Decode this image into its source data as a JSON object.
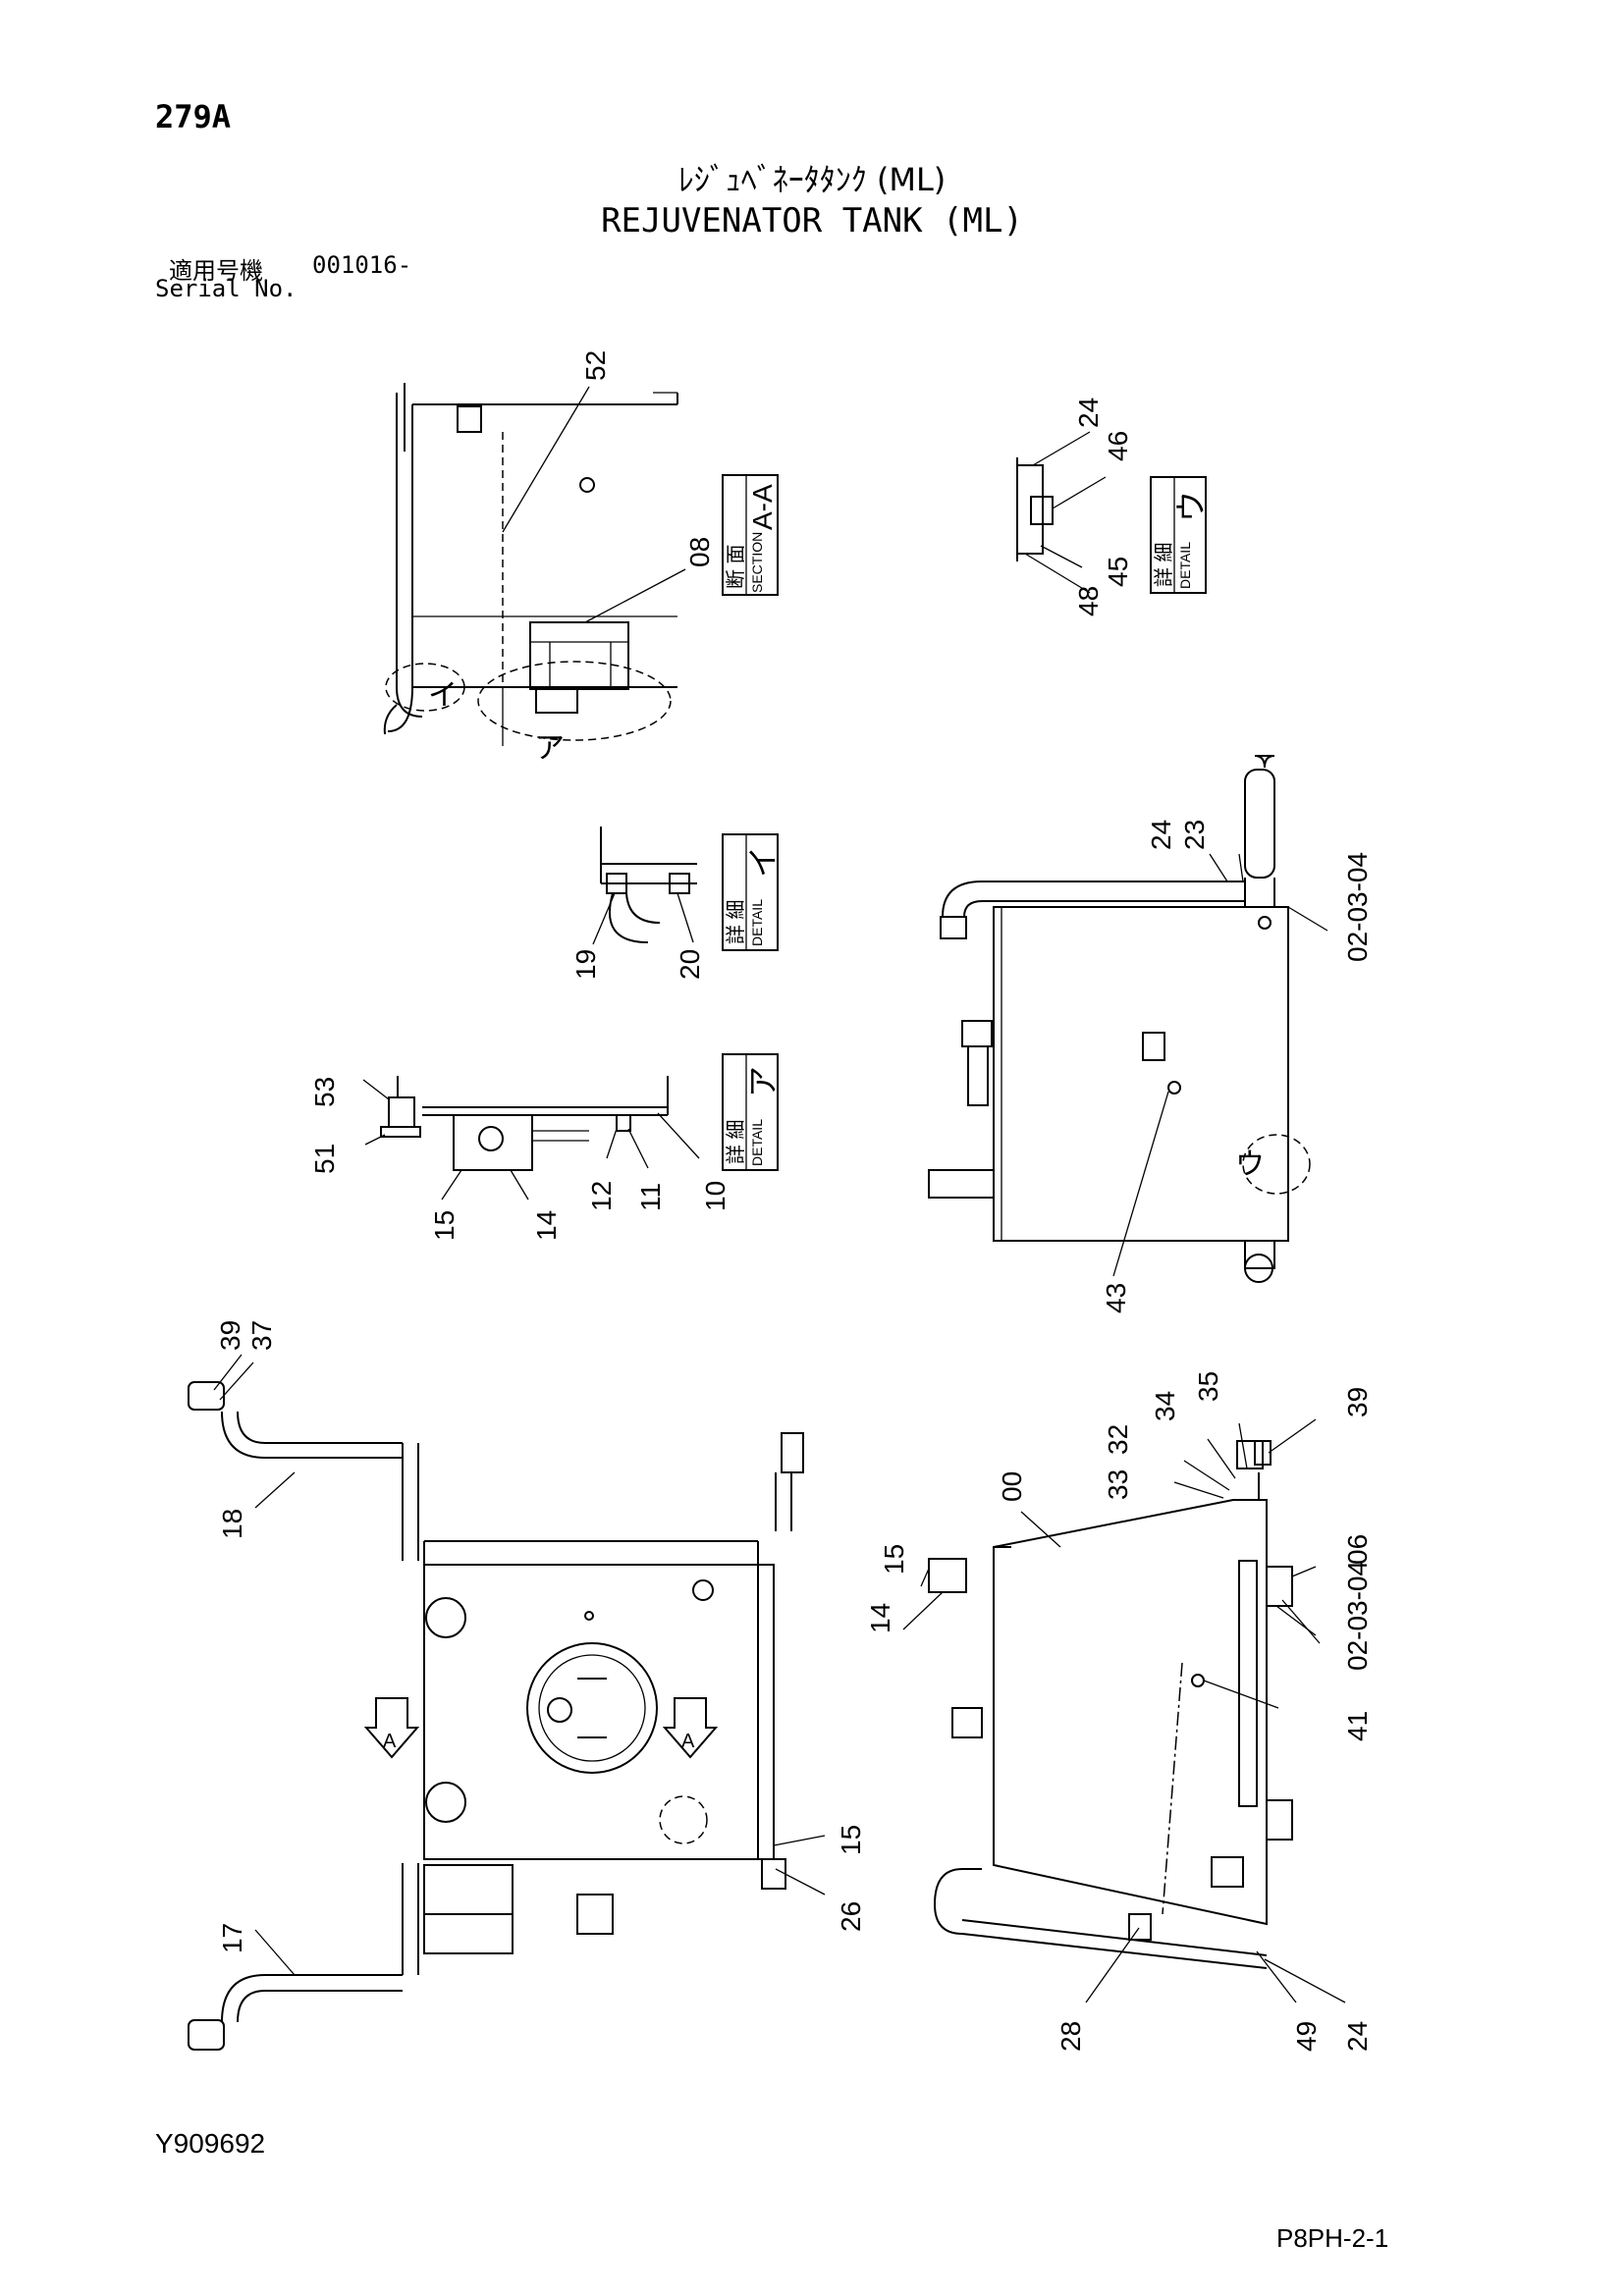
{
  "header": {
    "page_number": "279A",
    "title_jp": "ﾚｼﾞｭﾍﾞﾈｰﾀﾀﾝｸ (ML)",
    "title_en": "REJUVENATOR TANK (ML)",
    "serial_label_jp": "適用号機",
    "serial_value": "001016-",
    "serial_label_en": "Serial No."
  },
  "footer": {
    "drawing_number": "Y909692",
    "page_code": "P8PH-2-1"
  },
  "views": {
    "section_aa": {
      "label_jp": "断 面",
      "label_en": "SECTION",
      "tag": "A-A",
      "parts": [
        "52",
        "08"
      ],
      "callouts": [
        "イ",
        "ア"
      ]
    },
    "detail_u": {
      "label_jp": "詳 細",
      "label_en": "DETAIL",
      "tag": "ウ",
      "parts": [
        "24",
        "46",
        "45",
        "48"
      ]
    },
    "detail_i": {
      "label_jp": "詳 細",
      "label_en": "DETAIL",
      "tag": "イ",
      "parts": [
        "19",
        "20"
      ]
    },
    "detail_a": {
      "label_jp": "詳 細",
      "label_en": "DETAIL",
      "tag": "ア",
      "parts": [
        "53",
        "51",
        "15",
        "14",
        "12",
        "11",
        "10"
      ]
    },
    "side_view": {
      "callout": "ウ",
      "parts": [
        "24",
        "23",
        "02-03-04",
        "43"
      ]
    },
    "top_view": {
      "section_arrow": "A",
      "parts": [
        "39",
        "37",
        "18",
        "17",
        "15",
        "26"
      ]
    },
    "front_view": {
      "parts": [
        "00",
        "15",
        "14",
        "32",
        "33",
        "34",
        "35",
        "39",
        "06",
        "02-03-04",
        "41",
        "28",
        "49",
        "24"
      ]
    }
  }
}
